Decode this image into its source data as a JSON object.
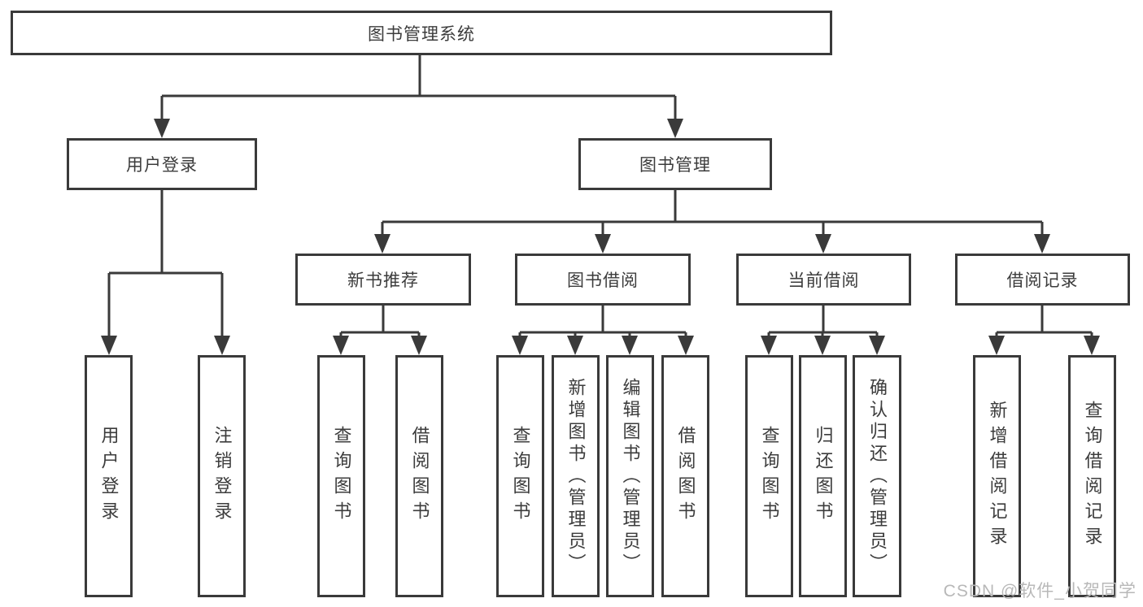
{
  "diagram": {
    "root": {
      "label": "图书管理系统"
    },
    "level2": [
      {
        "label": "用户登录"
      },
      {
        "label": "图书管理"
      }
    ],
    "level3": [
      {
        "label": "新书推荐"
      },
      {
        "label": "图书借阅"
      },
      {
        "label": "当前借阅"
      },
      {
        "label": "借阅记录"
      }
    ],
    "leaves_login": [
      {
        "label": "用户登录"
      },
      {
        "label": "注销登录"
      }
    ],
    "leaves_newbook": [
      {
        "label": "查询图书"
      },
      {
        "label": "借阅图书"
      }
    ],
    "leaves_borrow": [
      {
        "label": "查询图书"
      },
      {
        "label": "新增图书（管理员）"
      },
      {
        "label": "编辑图书（管理员）"
      },
      {
        "label": "借阅图书"
      }
    ],
    "leaves_current": [
      {
        "label": "查询图书"
      },
      {
        "label": "归还图书"
      },
      {
        "label": "确认归还（管理员）"
      }
    ],
    "leaves_records": [
      {
        "label": "新增借阅记录"
      },
      {
        "label": "查询借阅记录"
      }
    ]
  },
  "watermark": {
    "text": "CSDN @软件_小贺同学"
  },
  "colors": {
    "line": "#3a3a3a",
    "box_background": "#ffffff",
    "text": "#3c3c3c",
    "watermark": "#b8b8b8"
  }
}
